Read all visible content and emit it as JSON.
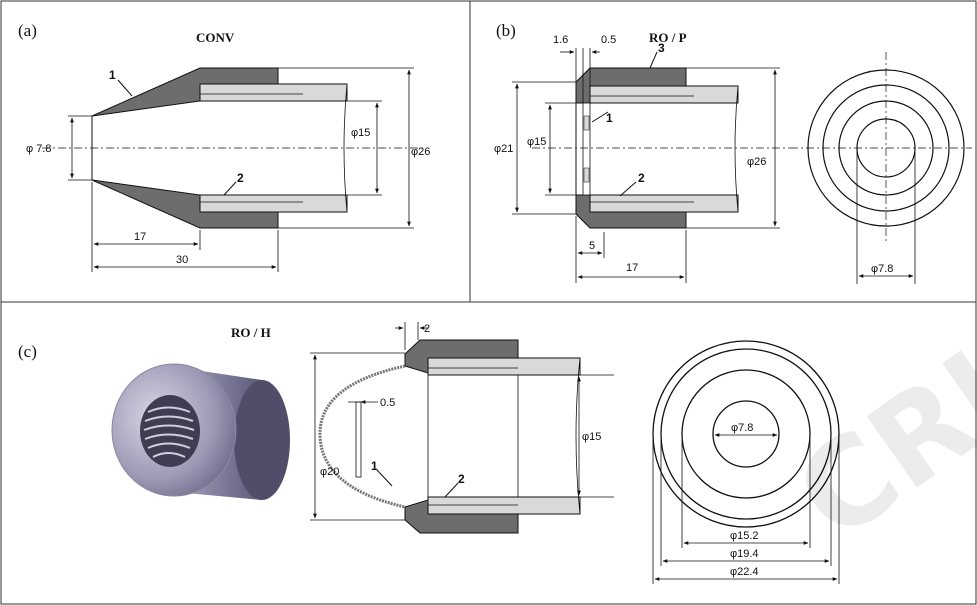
{
  "panels": {
    "a": {
      "label": "(a)",
      "title": "CONV",
      "leaders": [
        "1",
        "2"
      ],
      "dims": {
        "d_out": "φ 7.8",
        "d_in": "φ15",
        "d_body": "φ26",
        "len_cone": "17",
        "len_total": "30"
      }
    },
    "b": {
      "label": "(b)",
      "title": "RO / P",
      "leaders": [
        "1",
        "2",
        "3"
      ],
      "dims": {
        "t1": "1.6",
        "t2": "0.5",
        "d_out": "φ21",
        "d_in": "φ15",
        "d_body": "φ26",
        "l_short": "5",
        "l_total": "17",
        "d_end": "φ7.8"
      }
    },
    "c": {
      "label": "(c)",
      "title": "RO / H",
      "leaders": [
        "1",
        "2"
      ],
      "dims": {
        "t": "2",
        "gap": "0.5",
        "d_out": "φ20",
        "d_in": "φ15",
        "d1": "φ7.8",
        "d2": "φ15.2",
        "d3": "φ19.4",
        "d4": "φ22.4"
      }
    }
  },
  "watermark": "CRI",
  "colors": {
    "steel": "#6d6d6d",
    "tube": "#d9d9d9",
    "line": "#111111"
  }
}
